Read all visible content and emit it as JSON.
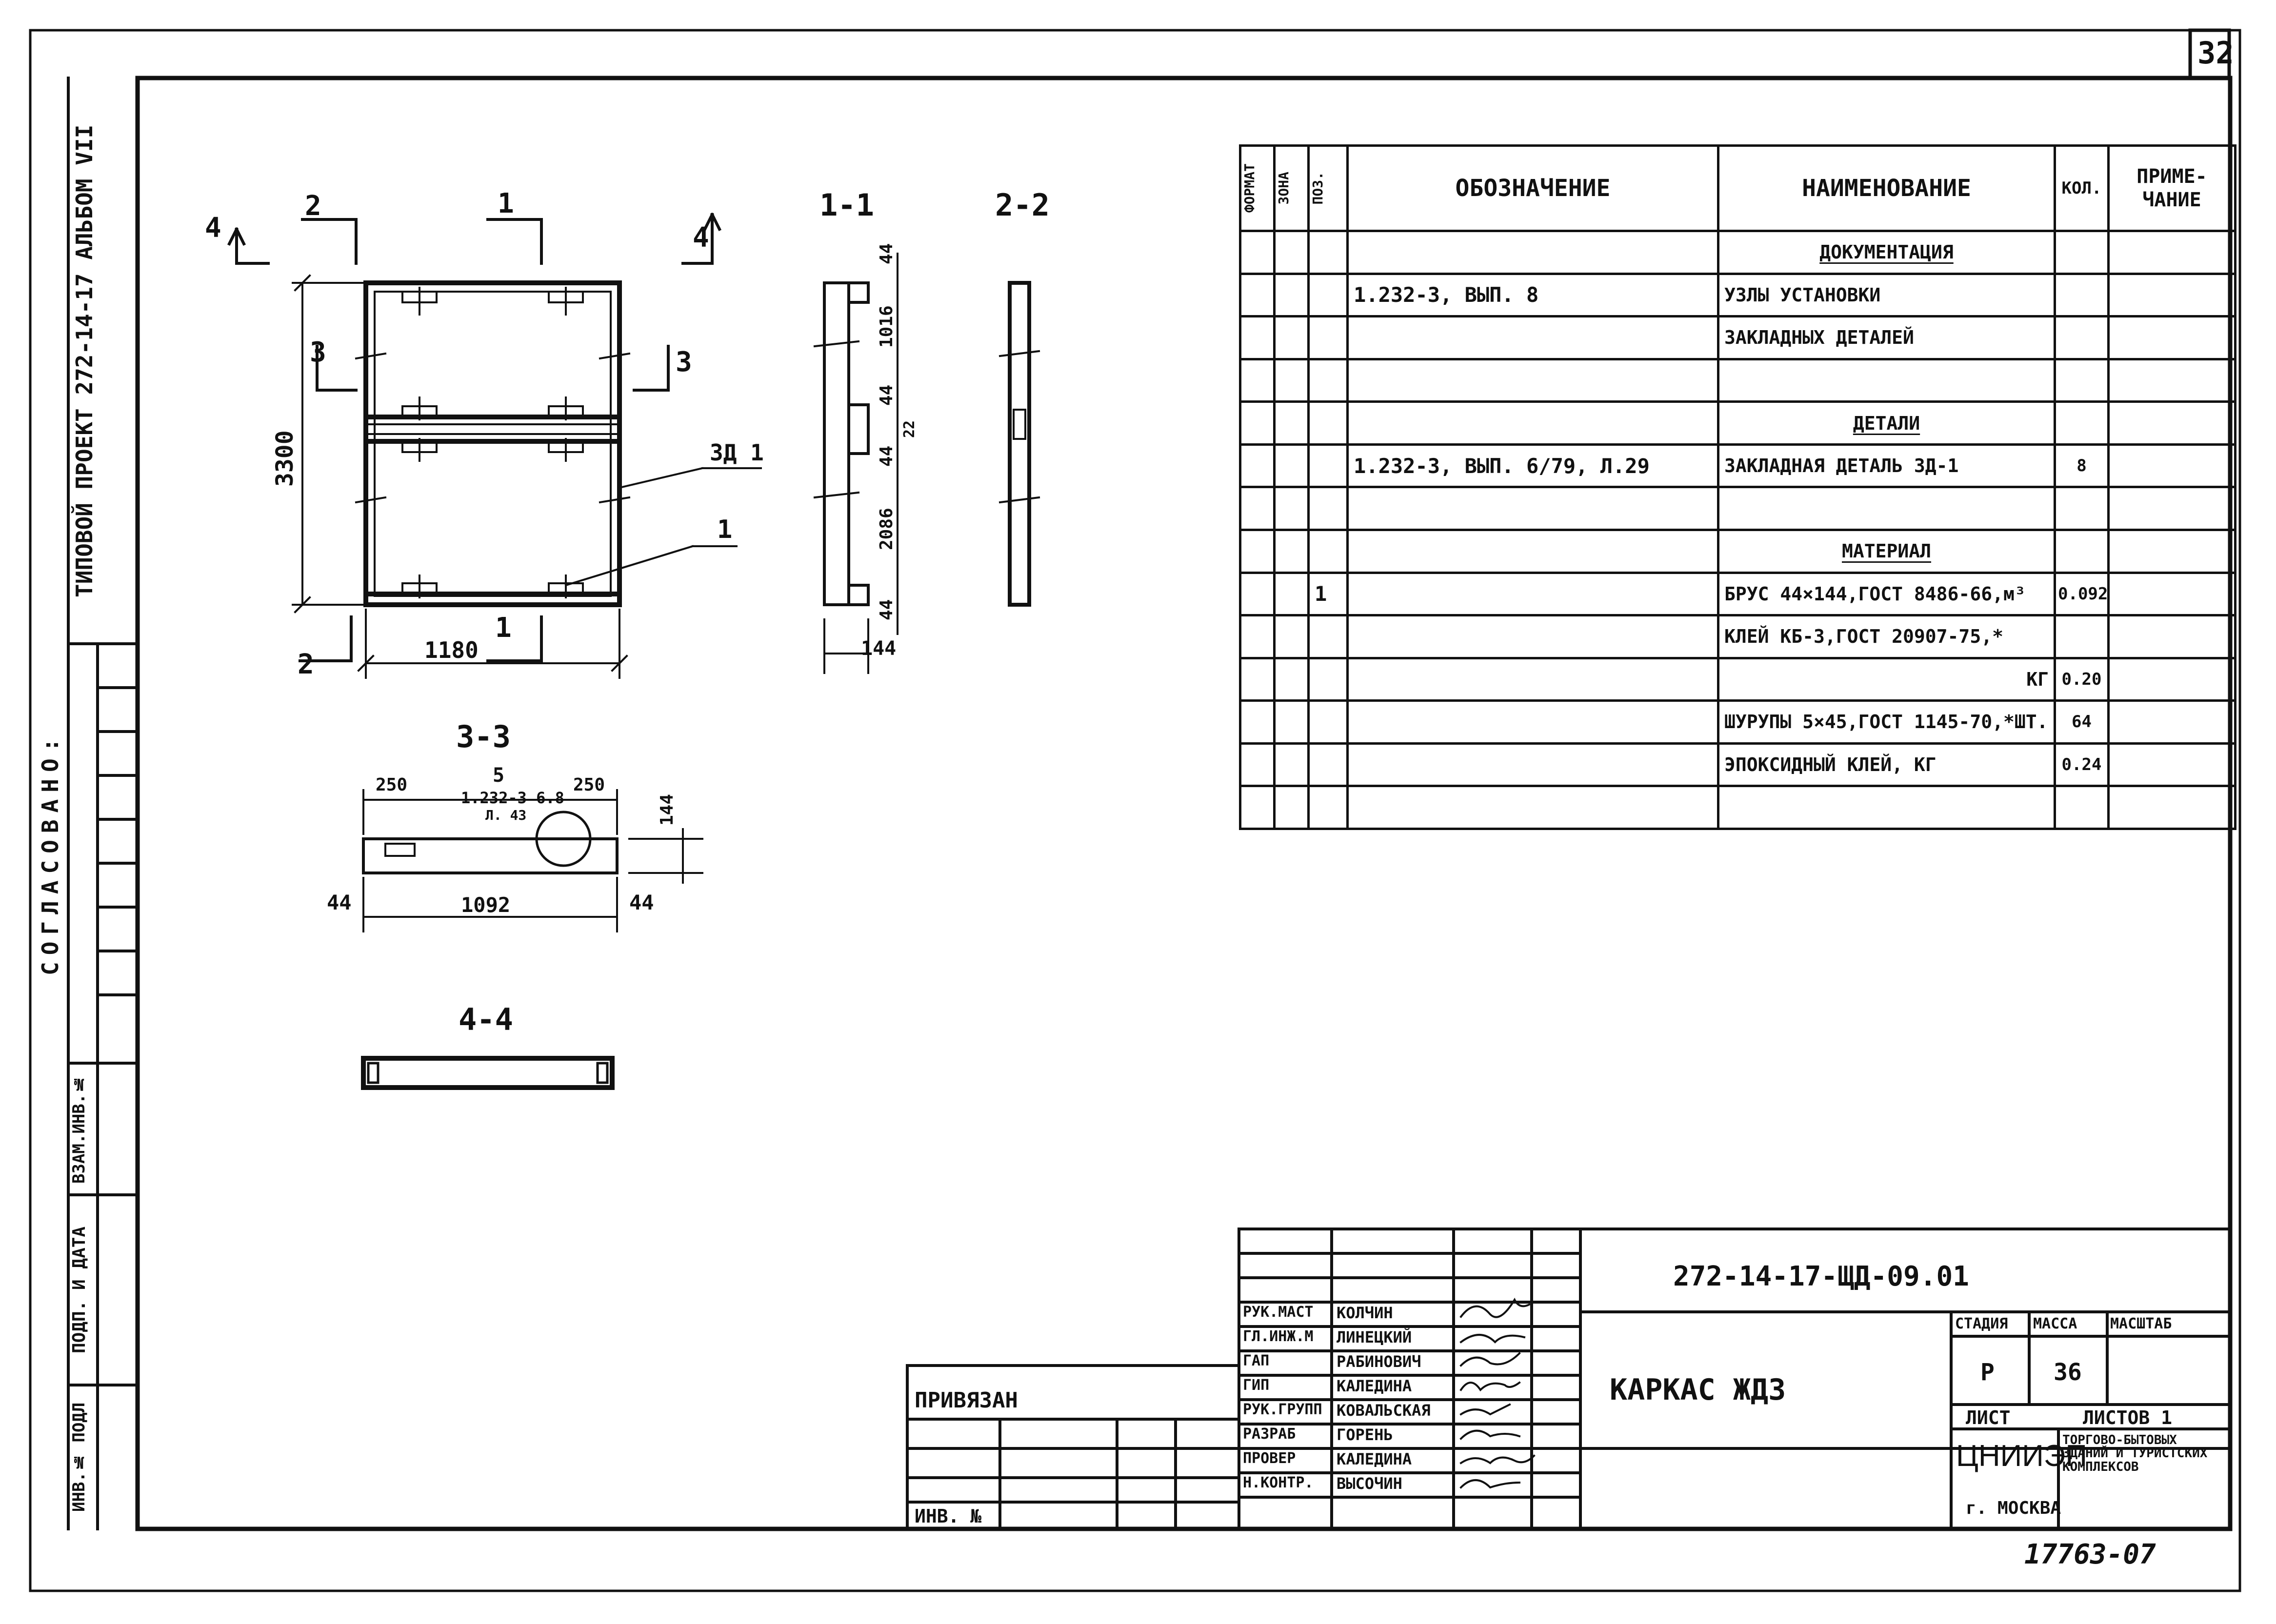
{
  "sheet_number": "32",
  "side_strip": {
    "project_title": "ТИПОВОЙ ПРОЕКТ 272-14-17 АЛЬБОМ VII",
    "agreed": "СОГЛАСОВАНО:",
    "ref_inv": "ВЗАМ.ИНВ.№",
    "sign_date": "ПОДП. И ДАТА",
    "inv_no": "ИНВ.№ ПОДЛ"
  },
  "drawing": {
    "main_view": {
      "cut_labels": [
        "4",
        "2",
        "1",
        "4",
        "3",
        "3",
        "2",
        "1"
      ],
      "height_dim": "3300",
      "width_dim": "1180",
      "callout_zd": "ЗД 1",
      "callout_pos": "1"
    },
    "section_1_1": {
      "title": "1-1",
      "dims": [
        "44",
        "1016",
        "44",
        "22",
        "44",
        "2086",
        "44"
      ],
      "width_dim": "144"
    },
    "section_2_2": {
      "title": "2-2"
    },
    "section_3_3": {
      "title": "3-3",
      "dim_left": "250",
      "dim_mid": "5",
      "ref_1": "1.232-3 6.8",
      "ref_2": "Л. 43",
      "dim_right": "250",
      "dim_height": "144",
      "dim_side_l": "44",
      "dim_total": "1092",
      "dim_side_r": "44"
    },
    "section_4_4": {
      "title": "4-4"
    }
  },
  "spec_table": {
    "headers": {
      "format": "ФОРМАТ",
      "zone": "ЗОНА",
      "pos": "ПОЗ.",
      "designation": "ОБОЗНАЧЕНИЕ",
      "name": "НАИМЕНОВАНИЕ",
      "qty": "КОЛ.",
      "note": "ПРИМЕ-ЧАНИЕ"
    },
    "rows": [
      {
        "pos": "",
        "designation": "",
        "name": "ДОКУМЕНТАЦИЯ",
        "qty": "",
        "heading": true
      },
      {
        "pos": "",
        "designation": "1.232-3, ВЫП. 8",
        "name": "УЗЛЫ  УСТАНОВКИ",
        "qty": ""
      },
      {
        "pos": "",
        "designation": "",
        "name": "ЗАКЛАДНЫХ ДЕТАЛЕЙ",
        "qty": ""
      },
      {
        "pos": "",
        "designation": "",
        "name": "",
        "qty": ""
      },
      {
        "pos": "",
        "designation": "",
        "name": "ДЕТАЛИ",
        "qty": "",
        "heading": true
      },
      {
        "pos": "",
        "designation": "1.232-3, ВЫП. 6/79, Л.29",
        "name": "ЗАКЛАДНАЯ ДЕТАЛЬ ЗД-1",
        "qty": "8"
      },
      {
        "pos": "",
        "designation": "",
        "name": "",
        "qty": ""
      },
      {
        "pos": "",
        "designation": "",
        "name": "МАТЕРИАЛ",
        "qty": "",
        "heading": true
      },
      {
        "pos": "1",
        "designation": "",
        "name": "БРУС 44×144,ГОСТ 8486-66,м³",
        "qty": "0.092"
      },
      {
        "pos": "",
        "designation": "",
        "name": "КЛЕЙ КБ-3,ГОСТ 20907-75,*",
        "qty": ""
      },
      {
        "pos": "",
        "designation": "",
        "name": "КГ",
        "qty": "0.20",
        "right": true
      },
      {
        "pos": "",
        "designation": "",
        "name": "ШУРУПЫ 5×45,ГОСТ 1145-70,*ШТ.",
        "qty": "64"
      },
      {
        "pos": "",
        "designation": "",
        "name": "ЭПОКСИДНЫЙ КЛЕЙ,   КГ",
        "qty": "0.24"
      },
      {
        "pos": "",
        "designation": "",
        "name": "",
        "qty": ""
      }
    ]
  },
  "title_block": {
    "doc_code": "272-14-17-ЩД-09.01",
    "title": "КАРКАС ЖД3",
    "bound": "ПРИВЯЗАН",
    "inv_no": "ИНВ. №",
    "stage_label": "СТАДИЯ",
    "mass_label": "МАССА",
    "scale_label": "МАСШТАБ",
    "stage": "Р",
    "mass": "36",
    "sheet_label": "ЛИСТ",
    "sheets_label": "ЛИСТОВ 1",
    "org": "ЦНИИЭП",
    "org_desc": "ТОРГОВО-БЫТОВЫХ ЗДАНИЙ И ТУРИСТСКИХ КОМПЛЕКСОВ",
    "city": "г. МОСКВА",
    "roles": [
      {
        "role": "РУК.МАСТ",
        "name": "КОЛЧИН"
      },
      {
        "role": "ГЛ.ИНЖ.М",
        "name": "ЛИНЕЦКИЙ"
      },
      {
        "role": "ГАП",
        "name": "РАБИНОВИЧ"
      },
      {
        "role": "ГИП",
        "name": "КАЛЕДИНА"
      },
      {
        "role": "РУК.ГРУПП",
        "name": "КОВАЛЬСКАЯ"
      },
      {
        "role": "РАЗРАБ",
        "name": "ГОРЕНЬ"
      },
      {
        "role": "ПРОВЕР",
        "name": "КАЛЕДИНА"
      },
      {
        "role": "Н.КОНТР.",
        "name": "ВЫСОЧИН"
      }
    ],
    "archive_no": "17763-07"
  }
}
